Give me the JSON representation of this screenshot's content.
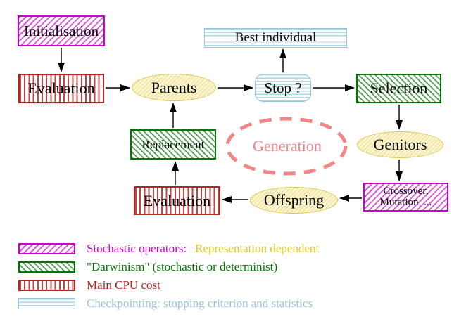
{
  "diagram": {
    "nodes": {
      "initialisation": {
        "label": "Initialisation"
      },
      "evaluation_top": {
        "label": "Evaluation"
      },
      "parents": {
        "label": "Parents"
      },
      "best_individual": {
        "label": "Best individual"
      },
      "stop": {
        "label": "Stop ?"
      },
      "selection": {
        "label": "Selection"
      },
      "genitors": {
        "label": "Genitors"
      },
      "crossover_mutation": {
        "line1": "Crossover,",
        "line2": "Mutation, ..."
      },
      "offspring": {
        "label": "Offspring"
      },
      "evaluation_bottom": {
        "label": "Evaluation"
      },
      "replacement": {
        "label": "Replacement"
      },
      "generation": {
        "label": "Generation"
      }
    },
    "legend": {
      "items": [
        {
          "pattern": "magenta-diagonal-hatch",
          "text": "Stochastic operators:",
          "text2": "Representation dependent"
        },
        {
          "pattern": "green-diagonal-hatch",
          "text": "\"Darwinism\" (stochastic or determinist)"
        },
        {
          "pattern": "red-vertical-stripes",
          "text": "Main CPU cost"
        },
        {
          "pattern": "cyan-horizontal-stripes",
          "text": "Checkpointing: stopping criterion and statistics"
        }
      ]
    }
  },
  "colors": {
    "magenta": "#cc00cc",
    "magenta-line": "#dd55dd",
    "green": "#007700",
    "green-line": "#55a055",
    "red": "#b32424",
    "red-line": "#c64444",
    "cyan": "#8fc8dc",
    "cyan-line": "#abd7e6",
    "yellow-border": "#dcc850",
    "yellow-fill": "#fcf6d0",
    "yellow-line": "#eee09e",
    "salmon": "#ef8789",
    "legend-yellow": "#e9c42a",
    "legend-cyan": "#97c2de"
  }
}
